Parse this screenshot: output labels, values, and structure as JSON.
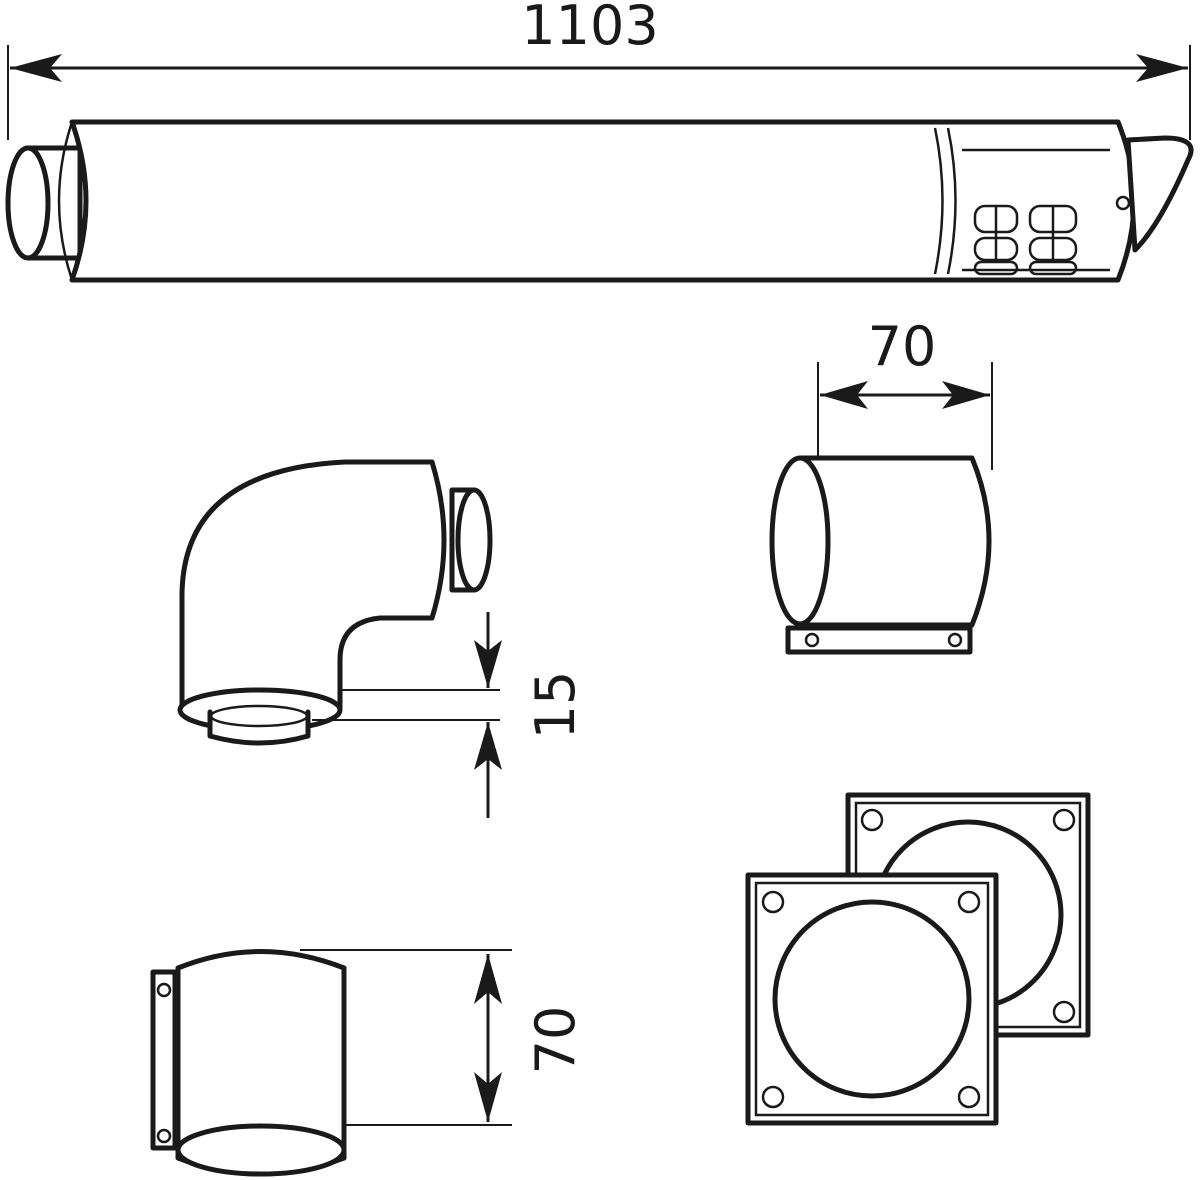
{
  "dimensions": {
    "flue_length": "1103",
    "extension_length": "70",
    "elbow_offset": "15",
    "bracket_height": "70"
  },
  "colors": {
    "line": "#1a1a1a",
    "background": "#ffffff"
  }
}
